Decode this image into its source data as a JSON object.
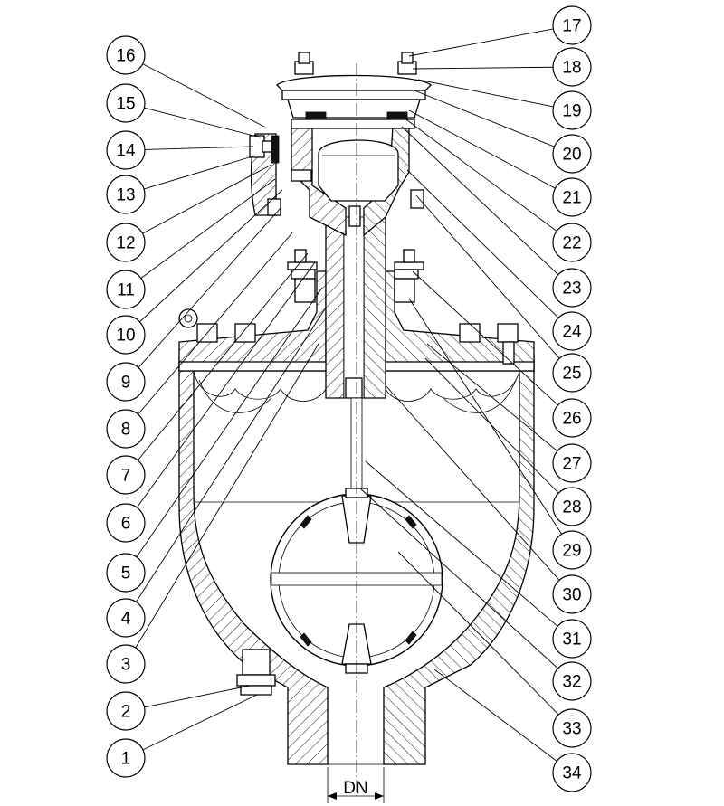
{
  "callouts_left": [
    "16",
    "15",
    "14",
    "13",
    "12",
    "11",
    "10",
    "9",
    "8",
    "7",
    "6",
    "5",
    "4",
    "3",
    "2",
    "1"
  ],
  "callouts_right": [
    "17",
    "18",
    "19",
    "20",
    "21",
    "22",
    "23",
    "24",
    "25",
    "26",
    "27",
    "28",
    "29",
    "30",
    "31",
    "32",
    "33",
    "34"
  ],
  "dimension_label": "DN"
}
